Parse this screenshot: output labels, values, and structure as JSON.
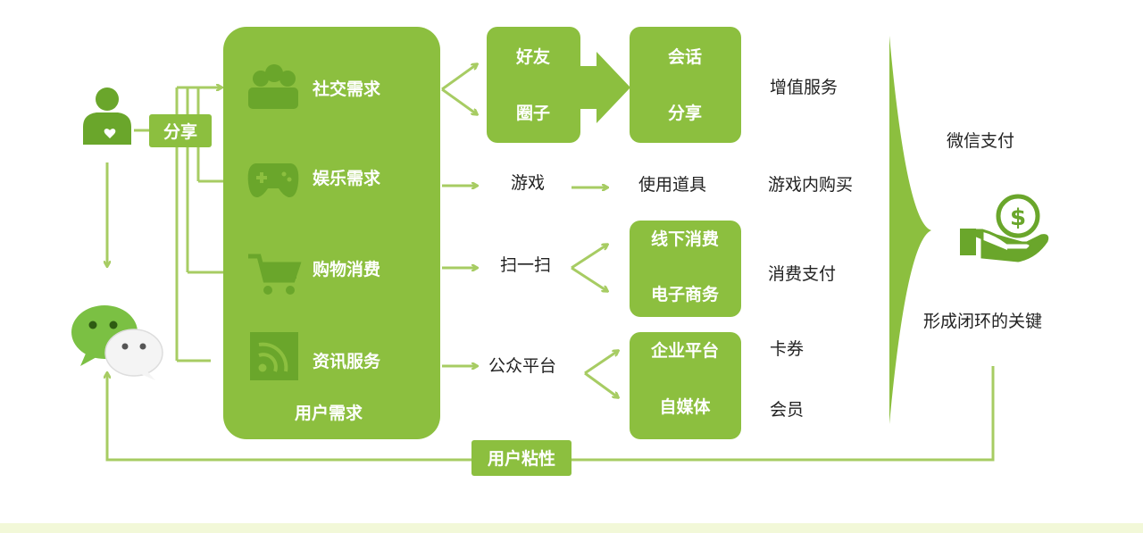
{
  "colors": {
    "primary_green": "#8cbf3f",
    "dark_green": "#6aa62b",
    "line_green": "#a7cc63",
    "text_dark": "#222222",
    "text_white": "#ffffff"
  },
  "icons": {
    "user": "user-heart-icon",
    "wechat": "wechat-logo-icon",
    "social": "group-people-icon",
    "game": "gamepad-icon",
    "shop": "shopping-cart-icon",
    "news": "rss-feed-icon",
    "money": "dollar-hand-icon"
  },
  "share_label": "分享",
  "needs": {
    "title": "用户需求",
    "social": "社交需求",
    "entertainment": "娱乐需求",
    "shopping": "购物消费",
    "news": "资讯服务"
  },
  "social": {
    "friends": "好友",
    "moments": "圈子",
    "chat": "会话",
    "share": "分享"
  },
  "entertainment": {
    "game": "游戏",
    "props": "使用道具"
  },
  "shopping": {
    "scan": "扫一扫",
    "offline": "线下消费",
    "ecommerce": "电子商务"
  },
  "platform": {
    "public": "公众平台",
    "enterprise": "企业平台",
    "self_media": "自媒体"
  },
  "outcomes": {
    "value_added": "增值服务",
    "in_game": "游戏内购买",
    "payment": "消费支付",
    "coupon": "卡券",
    "member": "会员"
  },
  "right": {
    "wechat_pay": "微信支付",
    "closed_loop": "形成闭环的关键"
  },
  "stickiness": "用户粘性"
}
